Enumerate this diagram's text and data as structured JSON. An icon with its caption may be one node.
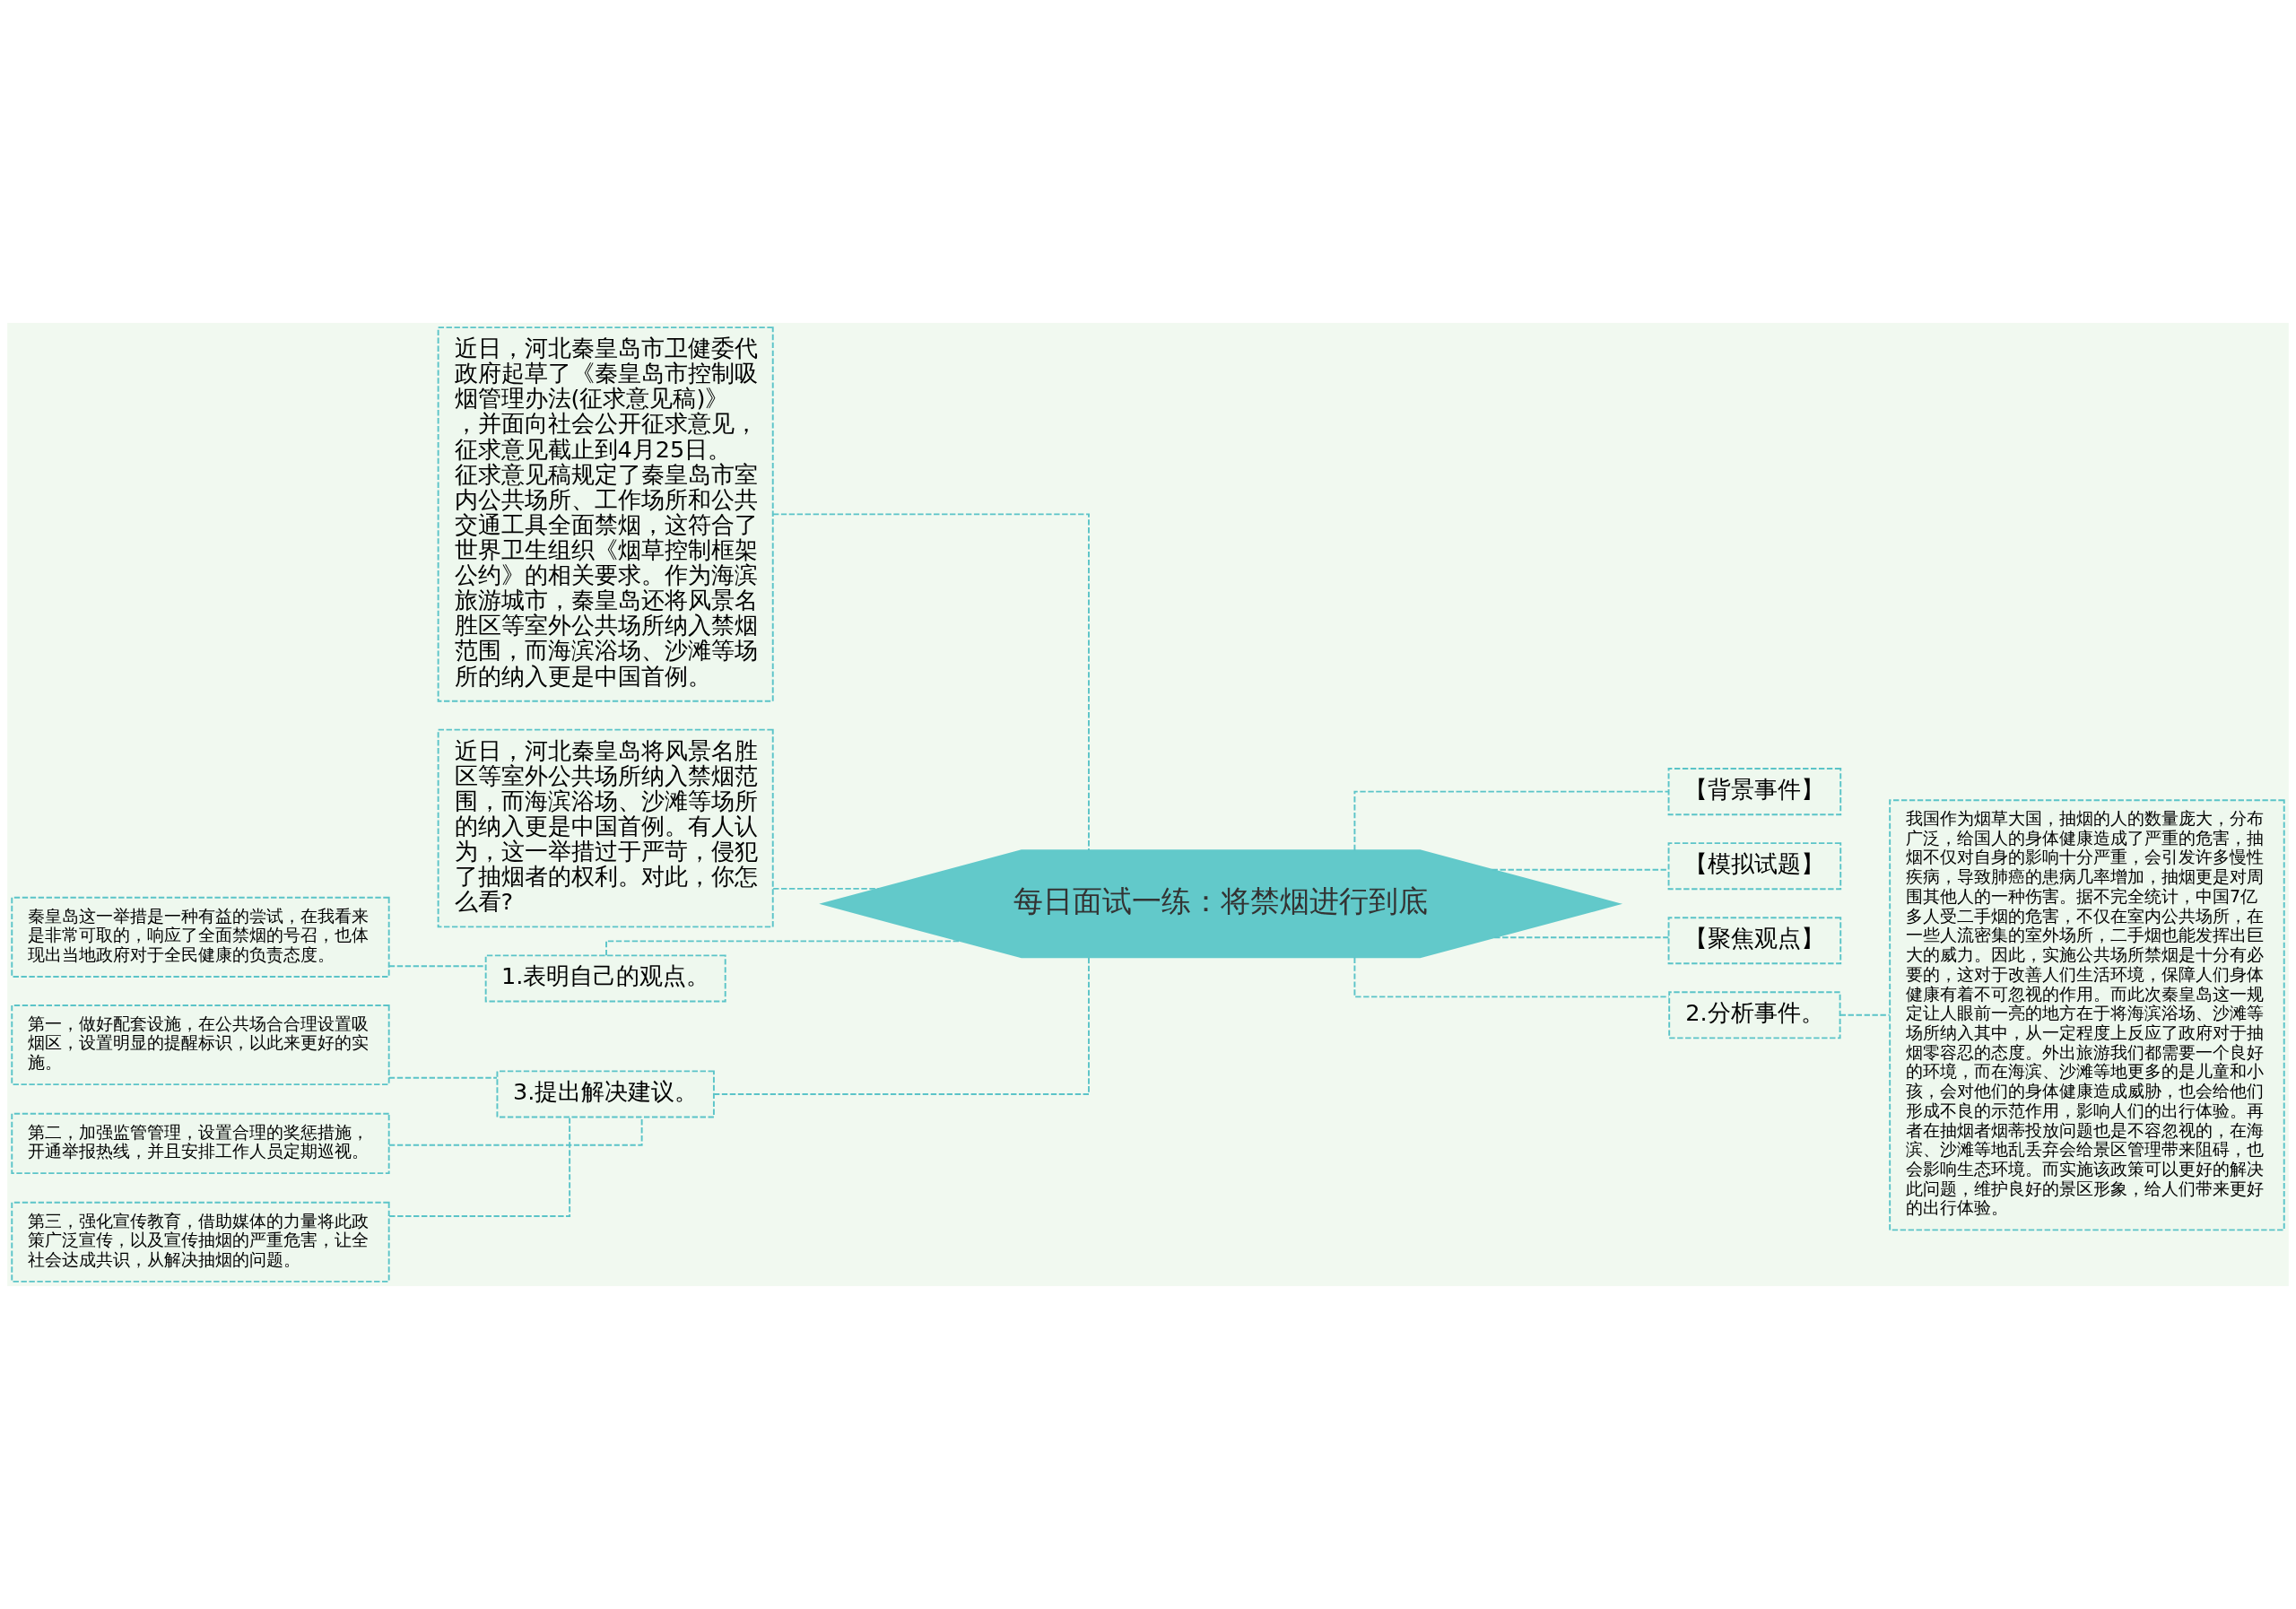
{
  "diagram": {
    "nodes": [
      {
        "text": [
          "每日面试一练：将禁烟进行到底"
        ]
      },
      {
        "text": [
          "近日，河北秦皇岛市卫健委代政府起草了《秦皇岛市控制吸烟管理办法(征求意见稿)》，并面向社会公开征求意见，征求意见截止到4月25日。征求意见稿规定了秦皇岛市室内公共场所、工作场所和公共交通工具全面禁烟，这符合了世界卫生组织《烟草控制框架公约》的相关要求。作为海滨旅游城市，秦皇岛还将风景名胜区等室外公共场所纳入禁烟范围，而海滨浴场、沙滩等场所的纳入更是中国首例。"
        ]
      },
      {
        "text": [
          "近日，河北秦皇岛将风景名胜区等室外公共场所纳入禁烟范围，而海滨浴场、沙滩等场所的纳入更是中国首例。有人认为，这一举措过于严苛，侵犯了抽烟者的权利。对此，你怎么看?"
        ]
      },
      {
        "text": [
          "1.表明自己的观点。"
        ]
      },
      {
        "text": [
          "秦皇岛这一举措是一种有益的尝试，在我看来是非常可取的，响应了全面禁烟的号召，也体现出当地政府对于全民健康的负责态度。"
        ]
      },
      {
        "text": [
          "3.提出解决建议。"
        ]
      },
      {
        "text": [
          "第一，做好配套设施，在公共场合合理设置吸烟区，设置明显的提醒标识，以此来更好的实施。"
        ]
      },
      {
        "text": [
          "第二，加强监管管理，设置合理的奖惩措施，开通举报热线，并且安排工作人员定期巡视。"
        ]
      },
      {
        "text": [
          "第三，强化宣传教育，借助媒体的力量将此政策广泛宣传，以及宣传抽烟的严重危害，让全社会达成共识，从解决抽烟的问题。"
        ]
      },
      {
        "text": [
          "【背景事件】"
        ]
      },
      {
        "text": [
          "【模拟试题】"
        ]
      },
      {
        "text": [
          "【聚焦观点】"
        ]
      },
      {
        "text": [
          "2.分析事件。"
        ]
      },
      {
        "text": [
          "我国作为烟草大国，抽烟的人的数量庞大，分布广泛，给国人的身体健康造成了严重的危害，抽烟不仅对自身的影响十分严重，会引发许多慢性疾病，导致肺癌的患病几率增加，抽烟更是对周围其他人的一种伤害。据不完全统计，中国7亿多人受二手烟的危害，不仅在室内公共场所，在一些人流密集的室外场所，二手烟也能发挥出巨大的威力。因此，实施公共场所禁烟是十分有必要的，这对于改善人们生活环境，保障人们身体健康有着不可忽视的作用。而此次秦皇岛这一规定让人眼前一亮的地方在于将海滨浴场、沙滩等场所纳入其中，从一定程度上反应了政府对于抽烟零容忍的态度。外出旅游我们都需要一个良好的环境，而在海滨、沙滩等地更多的是儿童和小孩，会对他们的身体健康造成威胁，也会给他们形成不良的示范作用，影响人们的出行体验。再者在抽烟者烟蒂投放问题也是不容忽视的，在海滨、沙滩等地乱丢弃会给景区管理带来阻碍，也会影响生态环境。而实施该政策可以更好的解决此问题，维护良好的景区形象，给人们带来更好的出行体验。"
        ]
      }
    ],
    "edges": [
      {
        "from": 1,
        "to": 0,
        "arrow": "none",
        "style": "dashed"
      },
      {
        "from": 2,
        "to": 0,
        "arrow": "none",
        "style": "dashed"
      },
      {
        "from": 3,
        "to": 0,
        "arrow": "none",
        "style": "dashed"
      },
      {
        "from": 4,
        "to": 3,
        "arrow": "none",
        "style": "dashed"
      },
      {
        "from": 5,
        "to": 0,
        "arrow": "none",
        "style": "dashed"
      },
      {
        "from": 6,
        "to": 5,
        "arrow": "none",
        "style": "dashed"
      },
      {
        "from": 7,
        "to": 5,
        "arrow": "none",
        "style": "dashed"
      },
      {
        "from": 8,
        "to": 5,
        "arrow": "none",
        "style": "dashed"
      },
      {
        "from": 0,
        "to": 9,
        "arrow": "none",
        "style": "dashed"
      },
      {
        "from": 0,
        "to": 10,
        "arrow": "none",
        "style": "dashed"
      },
      {
        "from": 0,
        "to": 11,
        "arrow": "none",
        "style": "dashed"
      },
      {
        "from": 0,
        "to": 12,
        "arrow": "none",
        "style": "dashed"
      },
      {
        "from": 12,
        "to": 13,
        "arrow": "none",
        "style": "dashed"
      }
    ]
  }
}
